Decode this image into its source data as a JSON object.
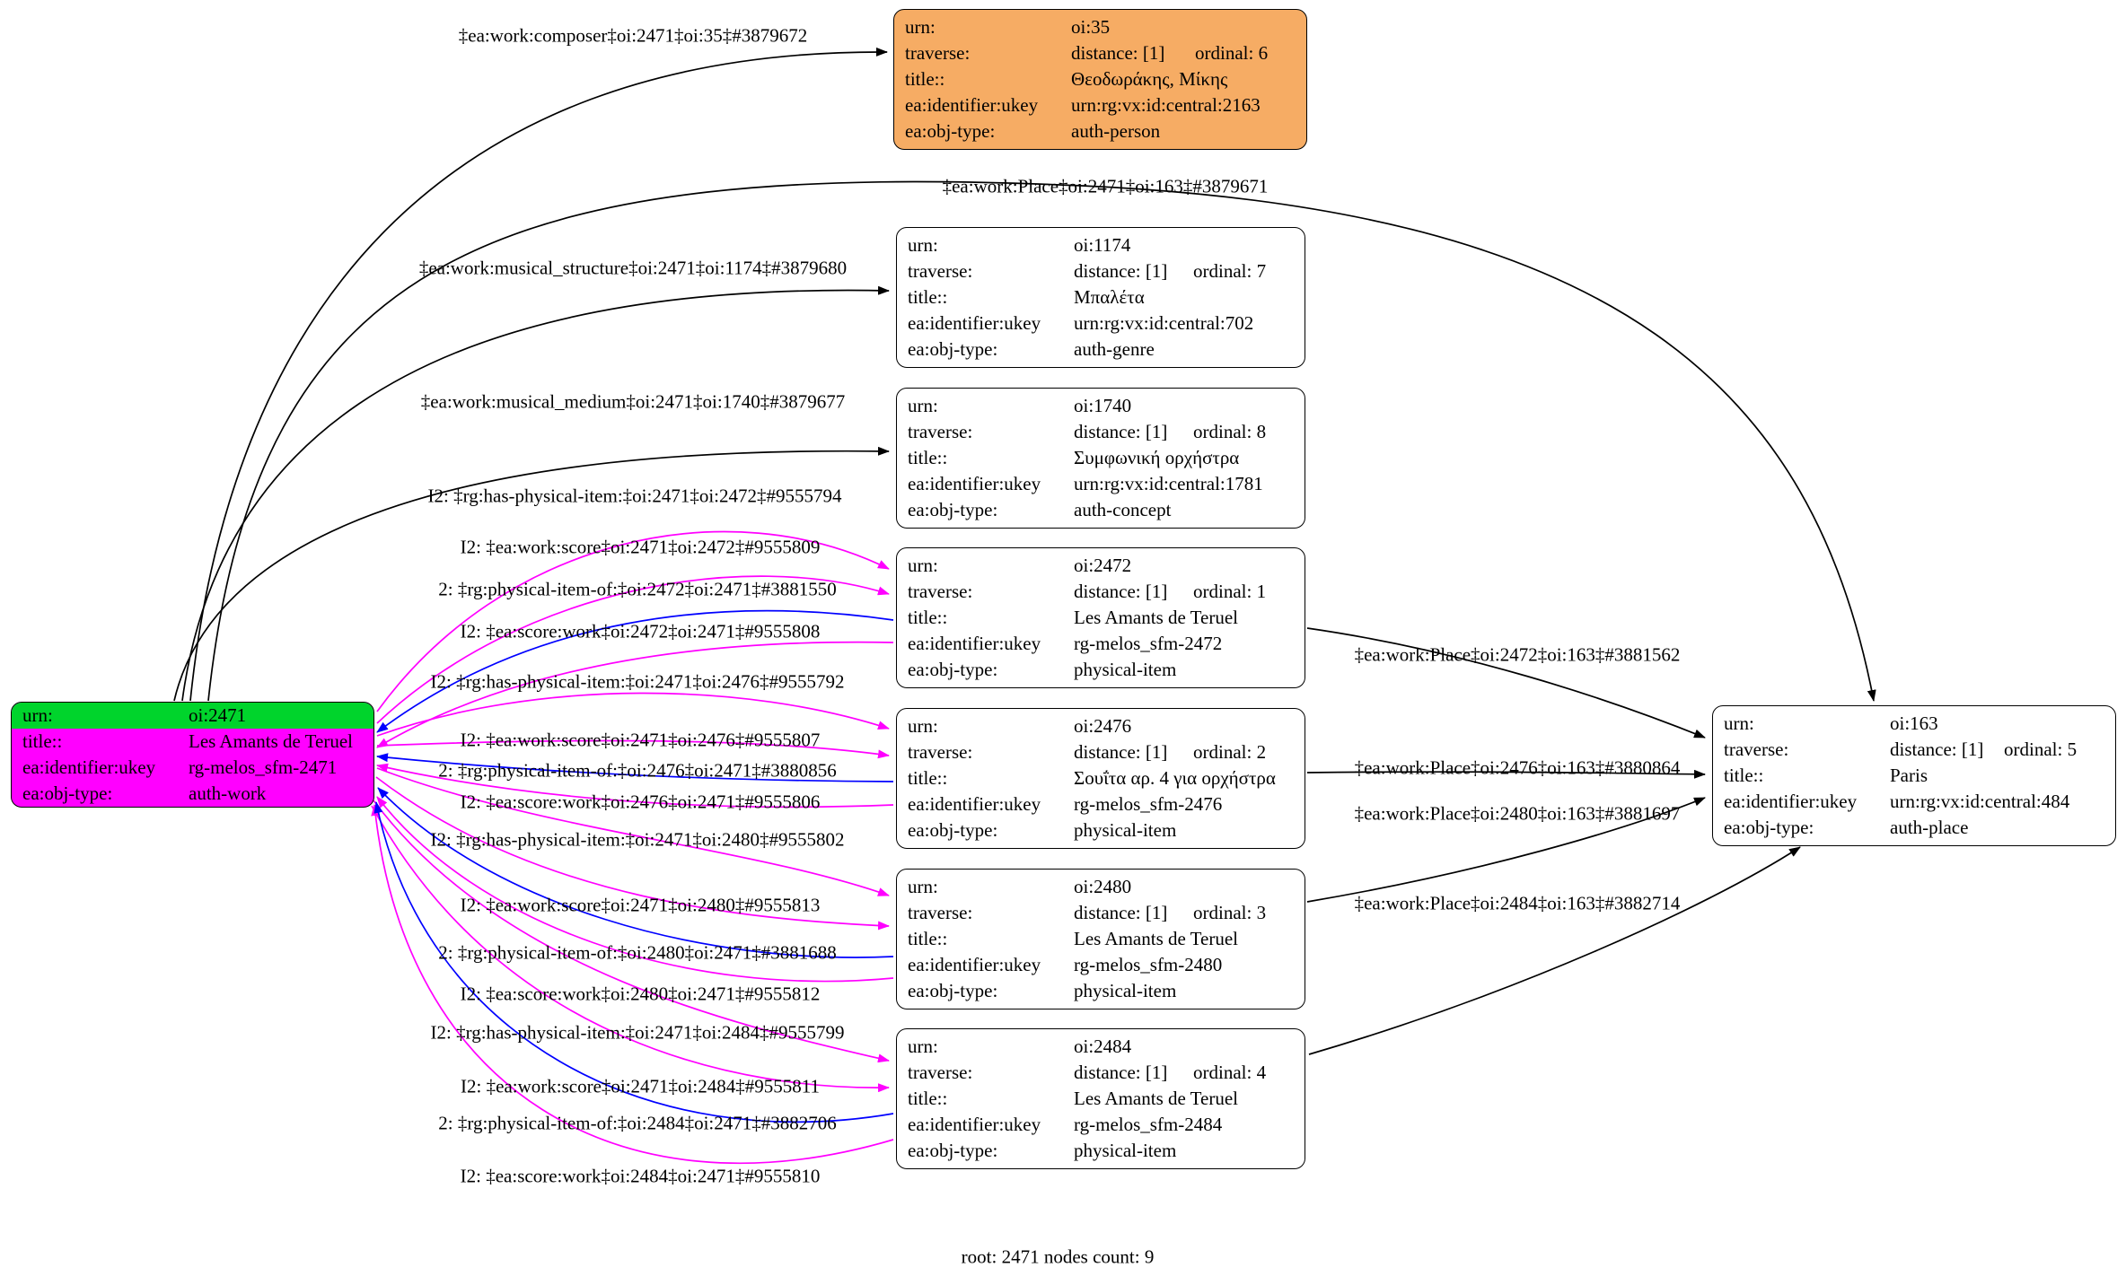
{
  "colors": {
    "main_fill": "#ff00ff",
    "main_highlight": "#00d42c",
    "person_fill": "#f6ac64",
    "plain_fill": "#ffffff",
    "edge_black": "#000000",
    "edge_magenta": "#ff00ff",
    "edge_blue": "#0000ff"
  },
  "footer": "root: 2471 nodes count: 9",
  "nodes": {
    "main": {
      "rows": [
        {
          "label": "urn:",
          "value": "oi:2471"
        },
        {
          "label": "title::",
          "value": "Les Amants de Teruel"
        },
        {
          "label": "ea:identifier:ukey",
          "value": "rg-melos_sfm-2471"
        },
        {
          "label": "ea:obj-type:",
          "value": "auth-work"
        }
      ]
    },
    "person": {
      "rows": [
        {
          "label": "urn:",
          "value": "oi:35"
        },
        {
          "label": "traverse:",
          "value": "distance: [1]",
          "ordinal": "ordinal: 6"
        },
        {
          "label": "title::",
          "value": "Θεοδωράκης, Μίκης"
        },
        {
          "label": "ea:identifier:ukey",
          "value": "urn:rg:vx:id:central:2163"
        },
        {
          "label": "ea:obj-type:",
          "value": "auth-person"
        }
      ]
    },
    "genre": {
      "rows": [
        {
          "label": "urn:",
          "value": "oi:1174"
        },
        {
          "label": "traverse:",
          "value": "distance: [1]",
          "ordinal": "ordinal: 7"
        },
        {
          "label": "title::",
          "value": "Μπαλέτα"
        },
        {
          "label": "ea:identifier:ukey",
          "value": "urn:rg:vx:id:central:702"
        },
        {
          "label": "ea:obj-type:",
          "value": "auth-genre"
        }
      ]
    },
    "concept": {
      "rows": [
        {
          "label": "urn:",
          "value": "oi:1740"
        },
        {
          "label": "traverse:",
          "value": "distance: [1]",
          "ordinal": "ordinal: 8"
        },
        {
          "label": "title::",
          "value": "Συμφωνική ορχήστρα"
        },
        {
          "label": "ea:identifier:ukey",
          "value": "urn:rg:vx:id:central:1781"
        },
        {
          "label": "ea:obj-type:",
          "value": "auth-concept"
        }
      ]
    },
    "item2472": {
      "rows": [
        {
          "label": "urn:",
          "value": "oi:2472"
        },
        {
          "label": "traverse:",
          "value": "distance: [1]",
          "ordinal": "ordinal: 1"
        },
        {
          "label": "title::",
          "value": "Les Amants de Teruel"
        },
        {
          "label": "ea:identifier:ukey",
          "value": "rg-melos_sfm-2472"
        },
        {
          "label": "ea:obj-type:",
          "value": "physical-item"
        }
      ]
    },
    "item2476": {
      "rows": [
        {
          "label": "urn:",
          "value": "oi:2476"
        },
        {
          "label": "traverse:",
          "value": "distance: [1]",
          "ordinal": "ordinal: 2"
        },
        {
          "label": "title::",
          "value": "Σουΐτα αρ. 4 για ορχήστρα"
        },
        {
          "label": "ea:identifier:ukey",
          "value": "rg-melos_sfm-2476"
        },
        {
          "label": "ea:obj-type:",
          "value": "physical-item"
        }
      ]
    },
    "item2480": {
      "rows": [
        {
          "label": "urn:",
          "value": "oi:2480"
        },
        {
          "label": "traverse:",
          "value": "distance: [1]",
          "ordinal": "ordinal: 3"
        },
        {
          "label": "title::",
          "value": "Les Amants de Teruel"
        },
        {
          "label": "ea:identifier:ukey",
          "value": "rg-melos_sfm-2480"
        },
        {
          "label": "ea:obj-type:",
          "value": "physical-item"
        }
      ]
    },
    "item2484": {
      "rows": [
        {
          "label": "urn:",
          "value": "oi:2484"
        },
        {
          "label": "traverse:",
          "value": "distance: [1]",
          "ordinal": "ordinal: 4"
        },
        {
          "label": "title::",
          "value": "Les Amants de Teruel"
        },
        {
          "label": "ea:identifier:ukey",
          "value": "rg-melos_sfm-2484"
        },
        {
          "label": "ea:obj-type:",
          "value": "physical-item"
        }
      ]
    },
    "place": {
      "rows": [
        {
          "label": "urn:",
          "value": "oi:163"
        },
        {
          "label": "traverse:",
          "value": "distance: [1]",
          "ordinal": "ordinal: 5"
        },
        {
          "label": "title::",
          "value": "Paris"
        },
        {
          "label": "ea:identifier:ukey",
          "value": "urn:rg:vx:id:central:484"
        },
        {
          "label": "ea:obj-type:",
          "value": "auth-place"
        }
      ]
    }
  },
  "edges": {
    "composer": "‡ea:work:composer‡oi:2471‡oi:35‡#3879672",
    "place2471": "‡ea:work:Place‡oi:2471‡oi:163‡#3879671",
    "structure": "‡ea:work:musical_structure‡oi:2471‡oi:1174‡#3879680",
    "medium": "‡ea:work:musical_medium‡oi:2471‡oi:1740‡#3879677",
    "hpi2472": "I2: ‡rg:has-physical-item:‡oi:2471‡oi:2472‡#9555794",
    "score2472": "I2: ‡ea:work:score‡oi:2471‡oi:2472‡#9555809",
    "pio2472": "2: ‡rg:physical-item-of:‡oi:2472‡oi:2471‡#3881550",
    "sw2472": "I2: ‡ea:score:work‡oi:2472‡oi:2471‡#9555808",
    "hpi2476": "I2: ‡rg:has-physical-item:‡oi:2471‡oi:2476‡#9555792",
    "score2476": "I2: ‡ea:work:score‡oi:2471‡oi:2476‡#9555807",
    "pio2476": "2: ‡rg:physical-item-of:‡oi:2476‡oi:2471‡#3880856",
    "sw2476": "I2: ‡ea:score:work‡oi:2476‡oi:2471‡#9555806",
    "hpi2480": "I2: ‡rg:has-physical-item:‡oi:2471‡oi:2480‡#9555802",
    "score2480": "I2: ‡ea:work:score‡oi:2471‡oi:2480‡#9555813",
    "pio2480": "2: ‡rg:physical-item-of:‡oi:2480‡oi:2471‡#3881688",
    "sw2480": "I2: ‡ea:score:work‡oi:2480‡oi:2471‡#9555812",
    "hpi2484": "I2: ‡rg:has-physical-item:‡oi:2471‡oi:2484‡#9555799",
    "score2484": "I2: ‡ea:work:score‡oi:2471‡oi:2484‡#9555811",
    "pio2484": "2: ‡rg:physical-item-of:‡oi:2484‡oi:2471‡#3882706",
    "sw2484": "I2: ‡ea:score:work‡oi:2484‡oi:2471‡#9555810",
    "place2472": "‡ea:work:Place‡oi:2472‡oi:163‡#3881562",
    "place2476": "‡ea:work:Place‡oi:2476‡oi:163‡#3880864",
    "place2480": "‡ea:work:Place‡oi:2480‡oi:163‡#3881697",
    "place2484": "‡ea:work:Place‡oi:2484‡oi:163‡#3882714"
  }
}
